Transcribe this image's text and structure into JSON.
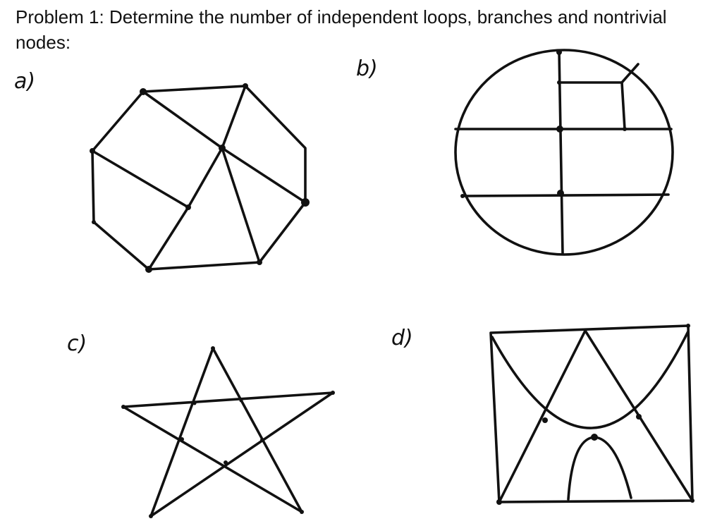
{
  "problem": {
    "text": "Problem 1: Determine the number of independent loops, branches and nontrivial nodes:"
  },
  "figures": [
    {
      "label": "a)"
    },
    {
      "label": "b)"
    },
    {
      "label": "c)"
    },
    {
      "label": "d)"
    }
  ]
}
